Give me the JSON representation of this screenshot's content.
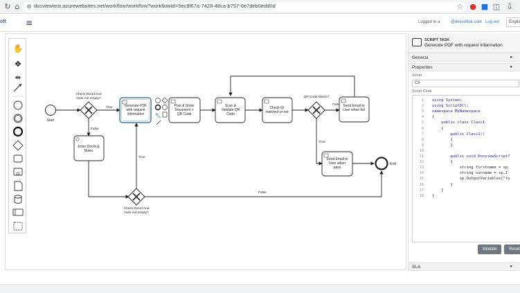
{
  "browser": {
    "url": "docviewtest.azurewebsites.net/workflow/workflow?workflowId=5ec9f67a-7428-48ca-b757-6e7deb0edd0d"
  },
  "header": {
    "logo": "oft",
    "logged_in": "Logged in a",
    "email": "@devsoftuk.com",
    "logout": "Log out",
    "language": "English"
  },
  "diagram": {
    "start_label": "Start",
    "end_label": "End",
    "gw1_label": "Check DocId And Note not empty?",
    "gw1_label_l1": "Check DocId And",
    "gw1_label_l2": "Note not empty?",
    "gw2_label_l1": "Check DocId And",
    "gw2_label_l2": "Note not empty?",
    "gw3_label": "QR Code Match?",
    "flow_true_1": "True",
    "flow_false_1": "False",
    "flow_true_2": "True",
    "flow_false_2": "False",
    "flow_false_3": "False",
    "flow_true_3": "True",
    "task_generate_l1": "Generate PDF",
    "task_generate_l2": "with request",
    "task_generate_l3": "information",
    "task_enter_l1": "Enter DocId &",
    "task_enter_l2": "Notes",
    "task_post_l1": "Post & Show",
    "task_post_l2": "Document +",
    "task_post_l3": "QR Code",
    "task_scan_l1": "Scan &",
    "task_scan_l2": "Validate QR",
    "task_scan_l3": "Code",
    "task_check_l1": "Check Qr",
    "task_check_l2": "matched or not",
    "task_fail_l1": "Send Email to",
    "task_fail_l2": "User when fail",
    "task_pass_l1": "Send Email to",
    "task_pass_l2": "User when",
    "task_pass_l3": "pass"
  },
  "panel": {
    "task_type": "SCRIPT TASK",
    "task_name": "Generate PDF with request information",
    "general": "General",
    "properties": "Properties",
    "script_label": "Script",
    "language": "C#",
    "script_code_label": "Script Code",
    "sla": "SLA",
    "validate": "Validate",
    "reset": "Reset",
    "code_lines": [
      "using System;",
      "using ScriptDll;",
      "namespace MyNamespace",
      "{",
      "    public class Class1",
      "    {",
      "        public Class1()",
      "        {",
      "        }",
      "",
      "        public void DocviewScript?",
      "        {",
      "            string firstname = sp.",
      "            string surname = sp.I",
      "            sp.OutputVariables[\"fu",
      "        }",
      "    }",
      "}"
    ]
  }
}
